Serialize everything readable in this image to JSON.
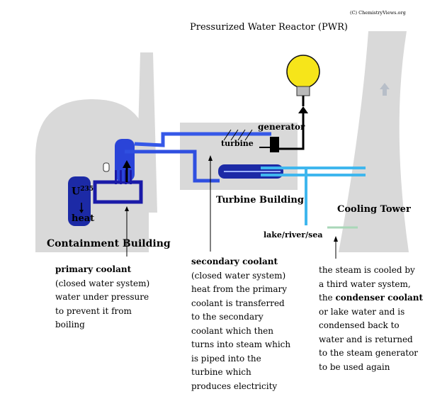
{
  "title": "Pressurized Water Reactor (PWR)",
  "copyright": "(C) ChemistryViews.org",
  "labels": {
    "uranium_symbol": "U",
    "uranium_mass": "235",
    "heat": "heat",
    "generator": "generator",
    "turbine": "turbine",
    "turbine_building": "Turbine Building",
    "cooling_tower": "Cooling Tower",
    "lake": "lake/river/sea",
    "containment_building": "Containment Building"
  },
  "descriptions": {
    "primary": {
      "heading": "primary coolant",
      "lines": [
        "(closed water system)",
        "water under pressure",
        "to prevent it from",
        "boiling"
      ]
    },
    "secondary": {
      "heading": "secondary coolant",
      "lines": [
        "(closed water system)",
        "heat from the primary",
        "coolant is transferred",
        "to the secondary",
        "coolant which then",
        "turns into steam which",
        "is piped into the",
        "turbine which",
        "produces electricity"
      ]
    },
    "condenser": {
      "line1": "the steam is cooled by",
      "line2": "a third water system,",
      "line3_prefix": "the ",
      "line3_bold": "condenser coolant",
      "lines_after": [
        "or lake water and is",
        "condensed back to",
        "water and is returned",
        "to the steam generator",
        "to be used again"
      ]
    }
  },
  "colors": {
    "building": "#d9d9d9",
    "primary_loop": "#1a1aa8",
    "secondary_loop": "#2f4fe0",
    "condenser_loop": "#3fb7ee",
    "bulb": "#f6e51a",
    "cooling_arrow": "#b7bec8"
  }
}
